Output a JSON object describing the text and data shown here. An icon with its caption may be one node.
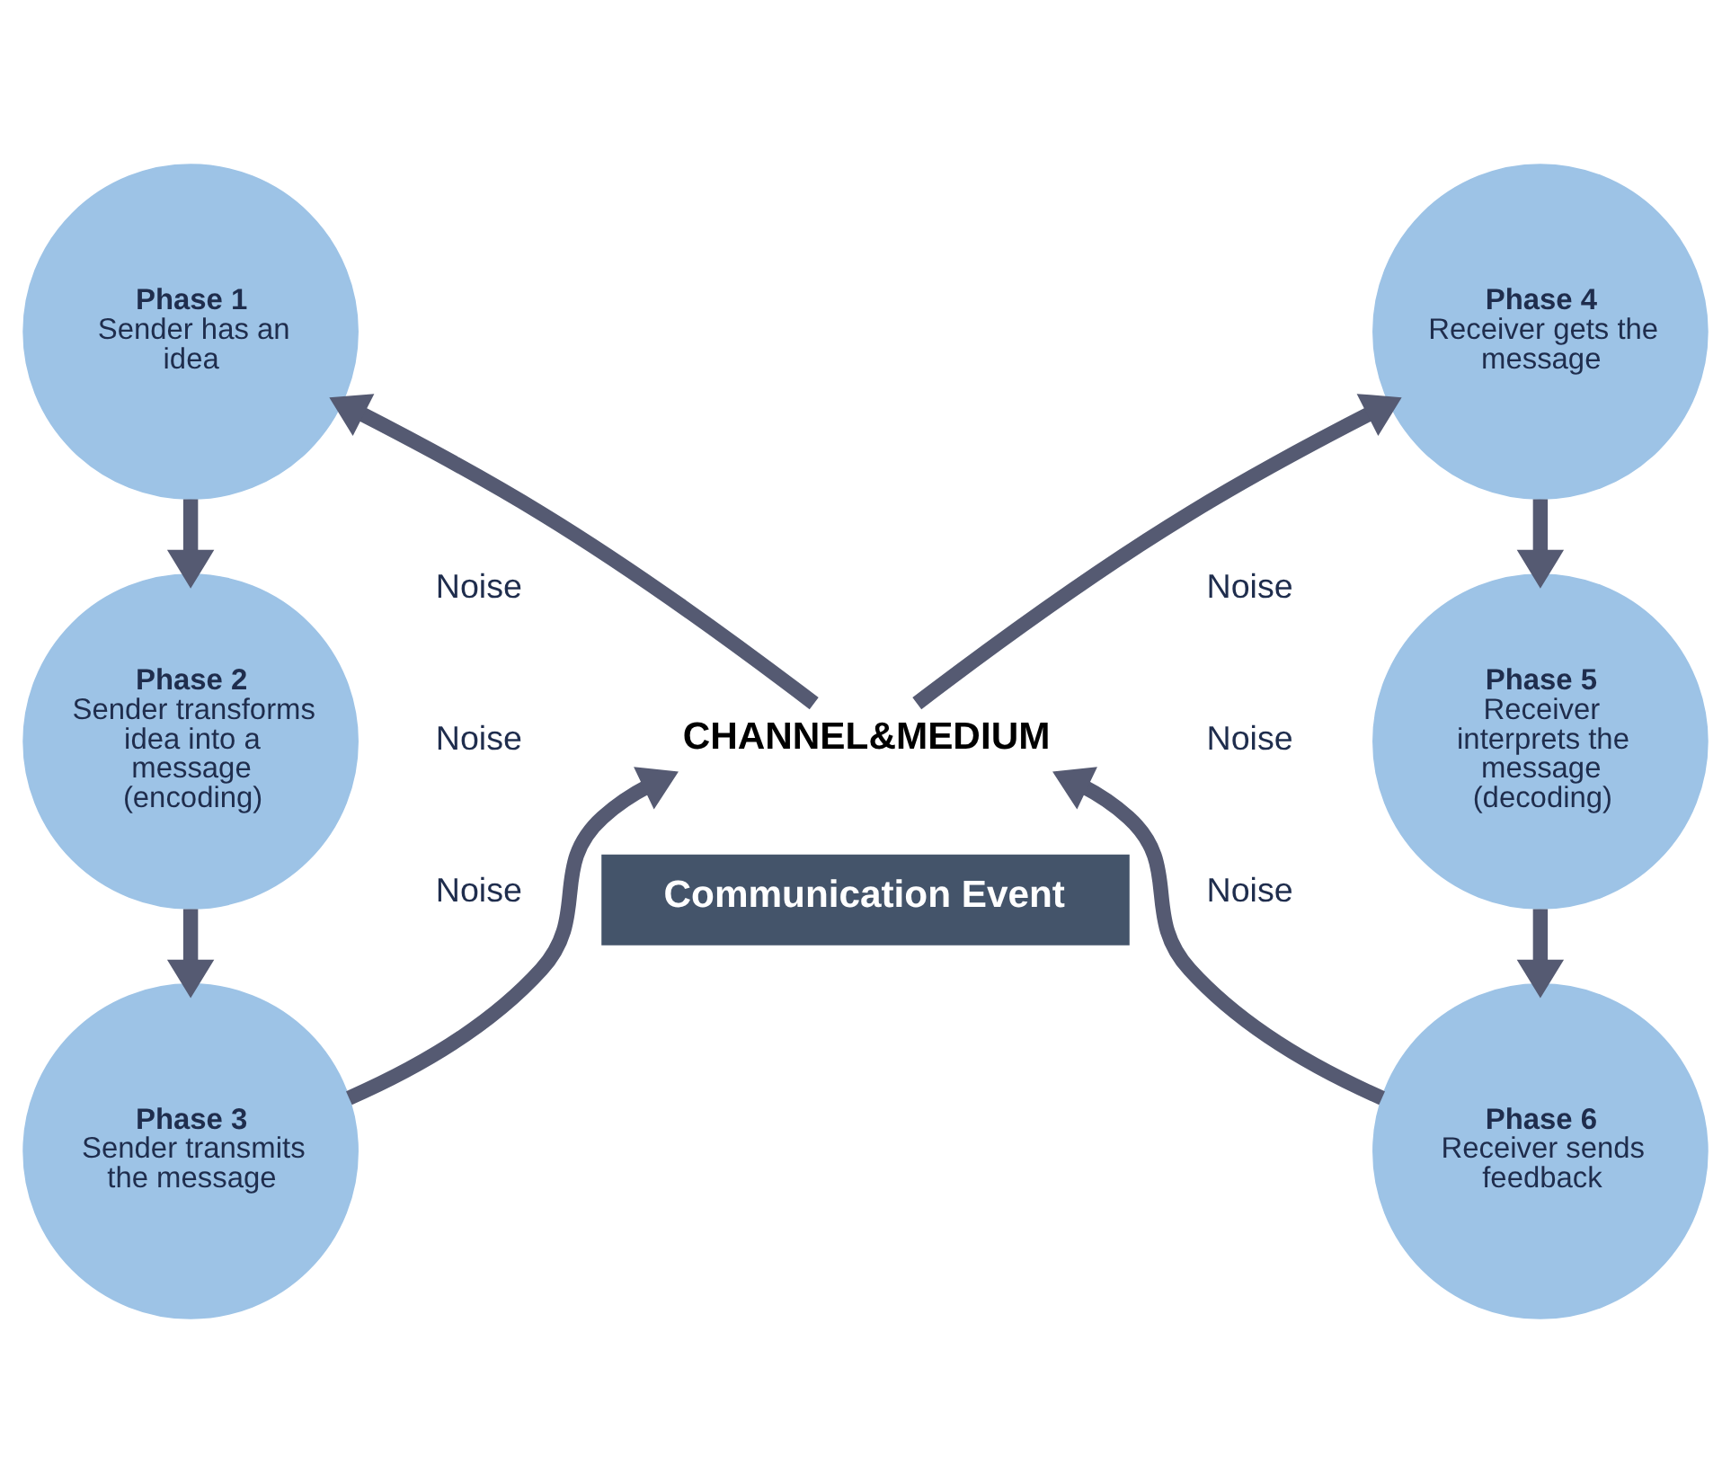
{
  "diagram": {
    "nodes": [
      {
        "text": [
          "Phase 1",
          "Sender has an idea"
        ]
      },
      {
        "text": [
          "Phase 2",
          "Sender transforms idea into a message (encoding)"
        ]
      },
      {
        "text": [
          "Phase 3",
          "Sender transmits the message"
        ]
      },
      {
        "text": [
          "Phase 4",
          "Receiver gets the message"
        ]
      },
      {
        "text": [
          "Phase 5",
          "Receiver interprets the message (decoding)"
        ]
      },
      {
        "text": [
          "Phase 6",
          "Receiver sends feedback"
        ]
      },
      {
        "text": [
          "CHANNEL&MEDIUM"
        ]
      },
      {
        "text": [
          "Communication Event"
        ]
      }
    ],
    "edges": [
      {
        "from": 0,
        "to": 1,
        "arrow": "to"
      },
      {
        "from": 1,
        "to": 2,
        "arrow": "to"
      },
      {
        "from": 2,
        "to": 6,
        "arrow": "to"
      },
      {
        "from": 6,
        "to": 3,
        "arrow": "to"
      },
      {
        "from": 3,
        "to": 4,
        "arrow": "to"
      },
      {
        "from": 4,
        "to": 5,
        "arrow": "to"
      },
      {
        "from": 5,
        "to": 6,
        "arrow": "to"
      },
      {
        "from": 6,
        "to": 0,
        "arrow": "to"
      }
    ],
    "labels": [
      "Noise",
      "Noise",
      "Noise",
      "Noise",
      "Noise",
      "Noise"
    ]
  }
}
